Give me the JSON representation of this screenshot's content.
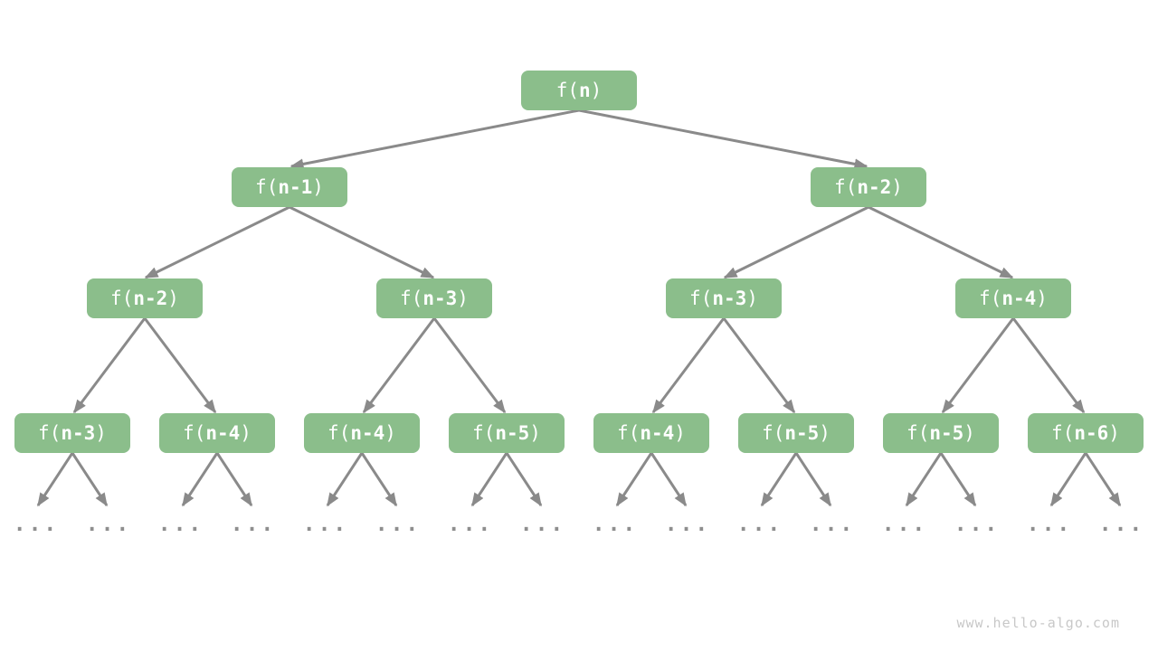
{
  "tree": {
    "levels": [
      {
        "nodes": [
          {
            "prefix": "f(",
            "arg": "n",
            "suffix": ")"
          }
        ]
      },
      {
        "nodes": [
          {
            "prefix": "f(",
            "arg": "n-1",
            "suffix": ")"
          },
          {
            "prefix": "f(",
            "arg": "n-2",
            "suffix": ")"
          }
        ]
      },
      {
        "nodes": [
          {
            "prefix": "f(",
            "arg": "n-2",
            "suffix": ")"
          },
          {
            "prefix": "f(",
            "arg": "n-3",
            "suffix": ")"
          },
          {
            "prefix": "f(",
            "arg": "n-3",
            "suffix": ")"
          },
          {
            "prefix": "f(",
            "arg": "n-4",
            "suffix": ")"
          }
        ]
      },
      {
        "nodes": [
          {
            "prefix": "f(",
            "arg": "n-3",
            "suffix": ")"
          },
          {
            "prefix": "f(",
            "arg": "n-4",
            "suffix": ")"
          },
          {
            "prefix": "f(",
            "arg": "n-4",
            "suffix": ")"
          },
          {
            "prefix": "f(",
            "arg": "n-5",
            "suffix": ")"
          },
          {
            "prefix": "f(",
            "arg": "n-4",
            "suffix": ")"
          },
          {
            "prefix": "f(",
            "arg": "n-5",
            "suffix": ")"
          },
          {
            "prefix": "f(",
            "arg": "n-5",
            "suffix": ")"
          },
          {
            "prefix": "f(",
            "arg": "n-6",
            "suffix": ")"
          }
        ]
      }
    ],
    "leaf_ellipsis": "..."
  },
  "watermark": {
    "text": "www.hello-algo.com"
  },
  "colors": {
    "node-fill": "#8BBE8B",
    "node-text": "#FFFFFF",
    "edge": "#8A8A8A",
    "dots": "#8E8E8E",
    "watermark": "#C8C8C8",
    "background": "#FFFFFF"
  }
}
